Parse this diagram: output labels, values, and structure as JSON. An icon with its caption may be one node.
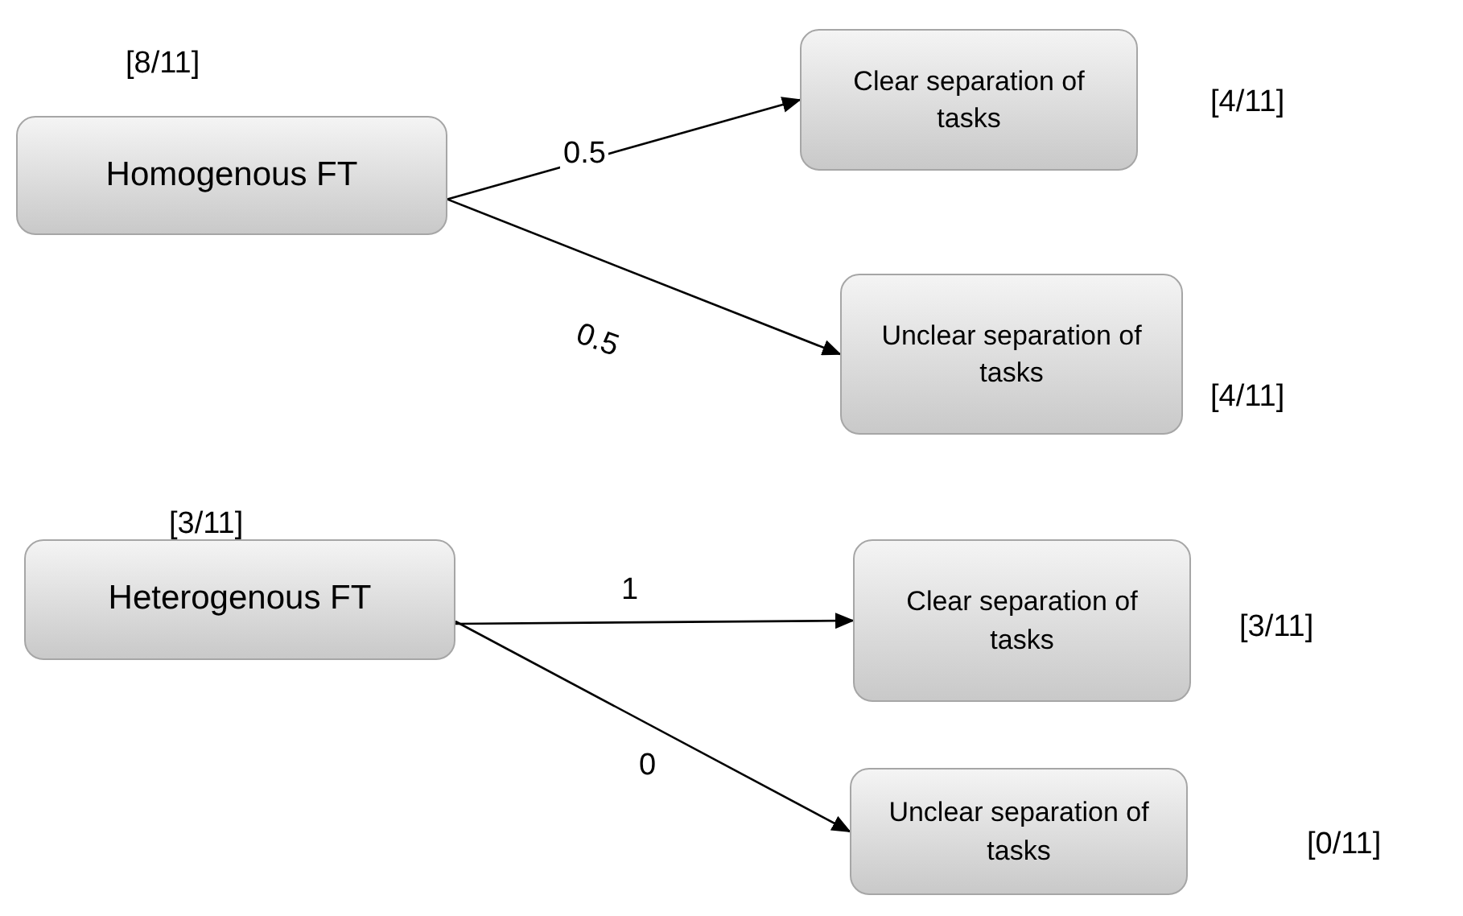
{
  "diagram": {
    "nodes": [
      {
        "text": [
          "Homogenous FT"
        ],
        "beside": [
          "[8/11]"
        ]
      },
      {
        "text": [
          "Clear separation of tasks"
        ],
        "beside": [
          "[4/11]"
        ]
      },
      {
        "text": [
          "Unclear separation of tasks"
        ],
        "beside": [
          "[4/11]"
        ]
      },
      {
        "text": [
          "Heterogenous FT"
        ],
        "beside": [
          "[3/11]"
        ]
      },
      {
        "text": [
          "Clear separation of tasks"
        ],
        "beside": [
          "[3/11]"
        ]
      },
      {
        "text": [
          "Unclear separation of tasks"
        ],
        "beside": [
          "[0/11]"
        ]
      }
    ],
    "edges": [
      {
        "from": 0,
        "to": 1,
        "arrow": "to",
        "label": "0.5"
      },
      {
        "from": 0,
        "to": 2,
        "arrow": "to",
        "label": "0.5"
      },
      {
        "from": 3,
        "to": 4,
        "arrow": "to",
        "label": "1"
      },
      {
        "from": 3,
        "to": 5,
        "arrow": "to",
        "label": "0"
      }
    ]
  }
}
